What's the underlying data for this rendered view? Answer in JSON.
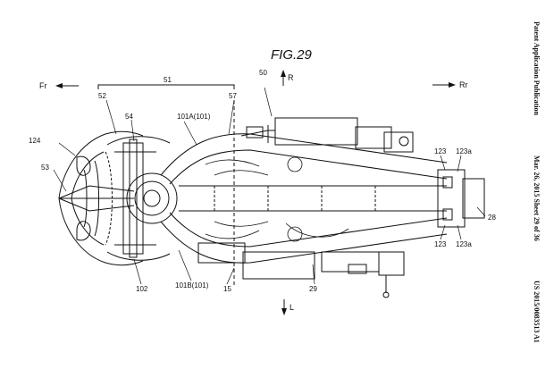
{
  "figure": {
    "title": "FIG.29"
  },
  "directions": {
    "front": "Fr",
    "rear": "Rr",
    "right": "R",
    "left": "L"
  },
  "sidebar": {
    "publication": "Patent Application Publication",
    "date_sheet": "Mar. 26, 2015  Sheet 29 of 36",
    "number": "US 2015/0083513 A1"
  },
  "refs": {
    "r51": "51",
    "r52": "52",
    "r57": "57",
    "r50": "50",
    "r54": "54",
    "r101a": "101A(101)",
    "r124": "124",
    "r53": "53",
    "r123_top": "123",
    "r123a_top": "123a",
    "r28": "28",
    "r123_bot": "123",
    "r123a_bot": "123a",
    "r102": "102",
    "r101b": "101B(101)",
    "r15": "15",
    "r29": "29"
  },
  "colors": {
    "ink": "#111111",
    "paper": "#ffffff"
  }
}
